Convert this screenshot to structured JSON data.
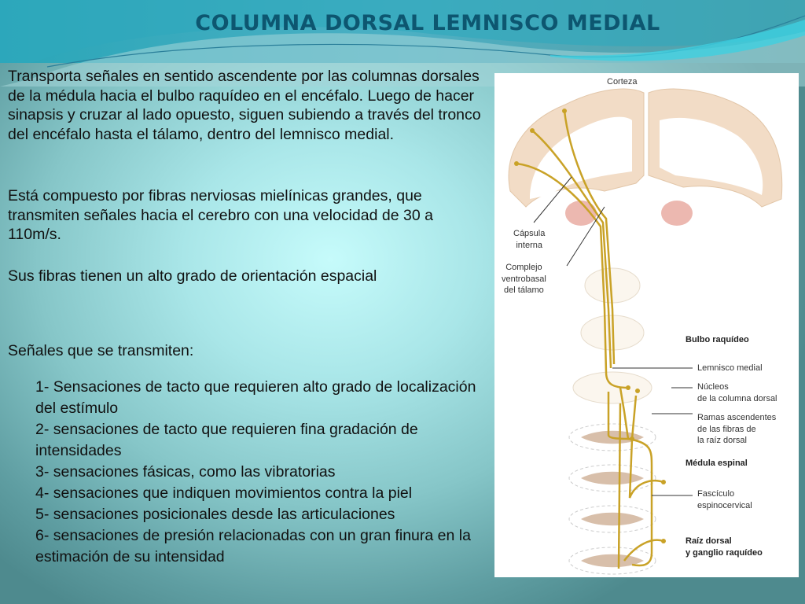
{
  "slide": {
    "title": "COLUMNA DORSAL LEMNISCO MEDIAL",
    "colors": {
      "title": "#0d5670",
      "background_center": "#c6fbfb",
      "background_edge": "#4e8a8e",
      "pathway": "#c9a227",
      "cortex": "#f0d9c2"
    },
    "paragraphs": [
      "Transporta señales en sentido ascendente por las columnas dorsales de la médula hacia el bulbo raquídeo en el encéfalo. Luego de hacer sinapsis y cruzar al lado opuesto, siguen subiendo a través del tronco del encéfalo hasta el tálamo, dentro del lemnisco medial.",
      "Está compuesto por fibras nerviosas mielínicas grandes, que transmiten señales hacia el cerebro con una velocidad de 30 a 110m/s.",
      "Sus fibras tienen un alto grado de orientación espacial",
      "Señales que se transmiten:"
    ],
    "list_items": [
      "1- Sensaciones de tacto que requieren alto grado de localización del estímulo",
      "2- sensaciones de tacto que requieren fina gradación de intensidades",
      "3- sensaciones fásicas, como las vibratorias",
      "4- sensaciones que indiquen movimientos contra la piel",
      "5-  sensaciones posicionales desde las articulaciones",
      "6- sensaciones de presión relacionadas con un gran finura en la estimación de su intensidad"
    ]
  },
  "figure": {
    "labels": {
      "corteza": "Corteza",
      "capsula_interna": [
        "Cápsula",
        "interna"
      ],
      "complejo_ventrobasal": [
        "Complejo",
        "ventrobasal",
        "del tálamo"
      ],
      "bulbo_raquideo": "Bulbo raquídeo",
      "lemnisco_medial": "Lemnisco medial",
      "nucleos_columna_dorsal": [
        "Núcleos",
        "de la columna dorsal"
      ],
      "ramas_ascendentes": [
        "Ramas ascendentes",
        "de las fibras de",
        "la raíz dorsal"
      ],
      "medula_espinal": "Médula espinal",
      "fasciculo_espinocervical": [
        "Fascículo",
        "espinocervical"
      ],
      "raiz_dorsal": [
        "Raíz dorsal",
        "y ganglio raquídeo"
      ]
    }
  }
}
